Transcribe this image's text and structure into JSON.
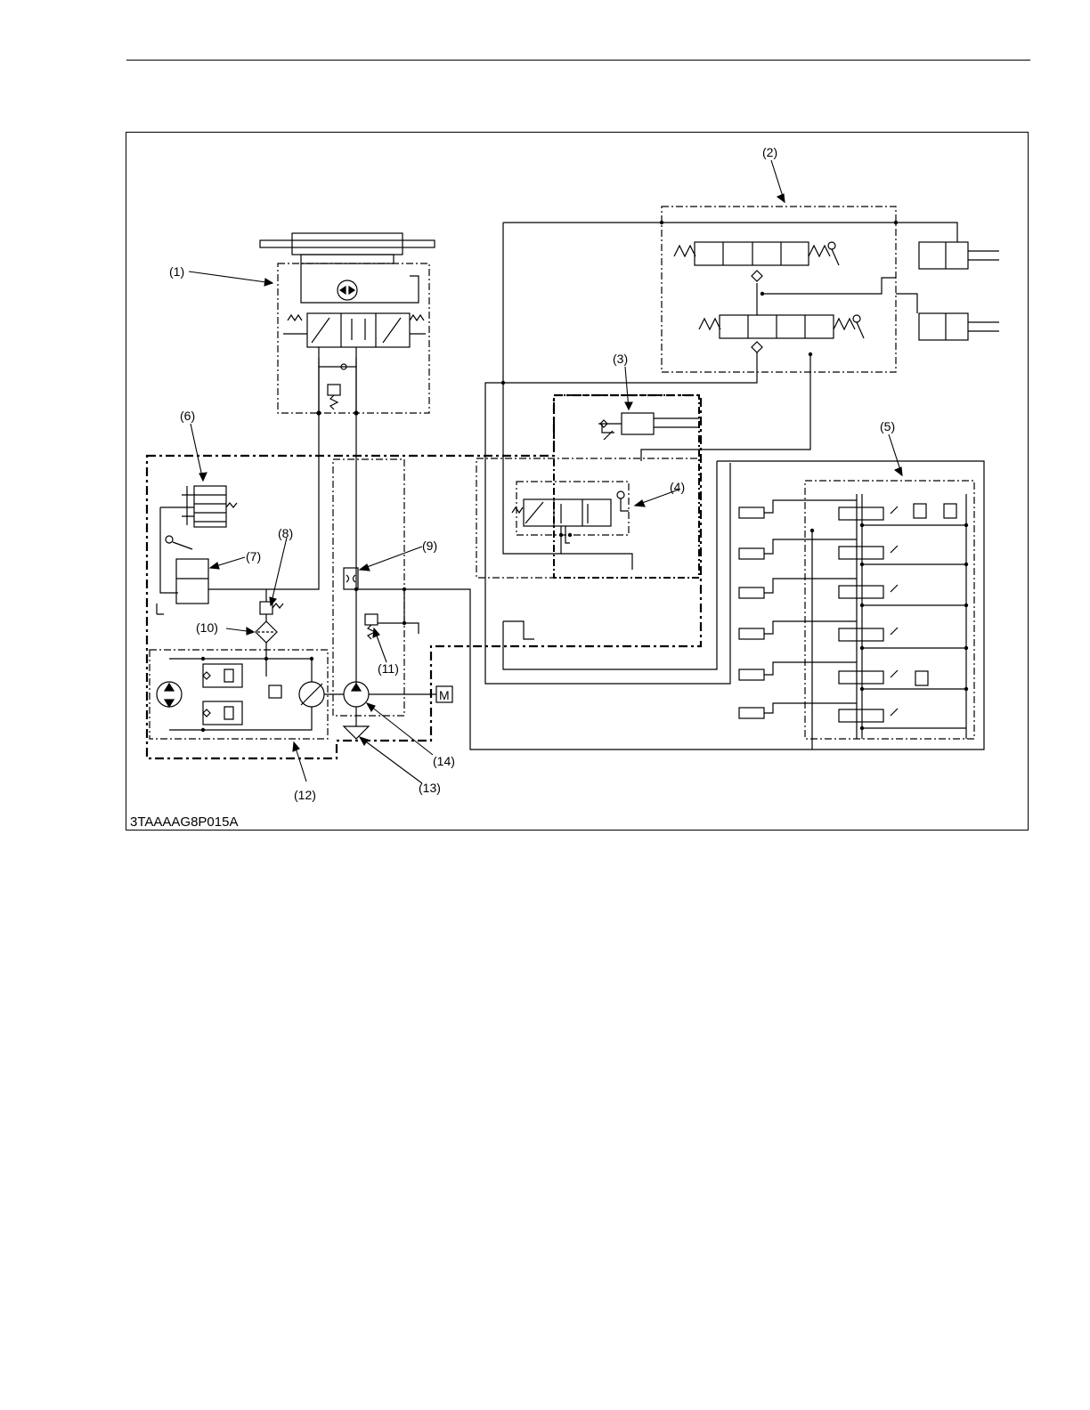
{
  "diagram": {
    "image_code": "3TAAAAG8P015A",
    "labels": {
      "l1": "(1)",
      "l2": "(2)",
      "l3": "(3)",
      "l4": "(4)",
      "l5": "(5)",
      "l6": "(6)",
      "l7": "(7)",
      "l8": "(8)",
      "l9": "(9)",
      "l10": "(10)",
      "l11": "(11)",
      "l12": "(12)",
      "l13": "(13)",
      "l14": "(14)"
    },
    "motor_letter": "M"
  }
}
